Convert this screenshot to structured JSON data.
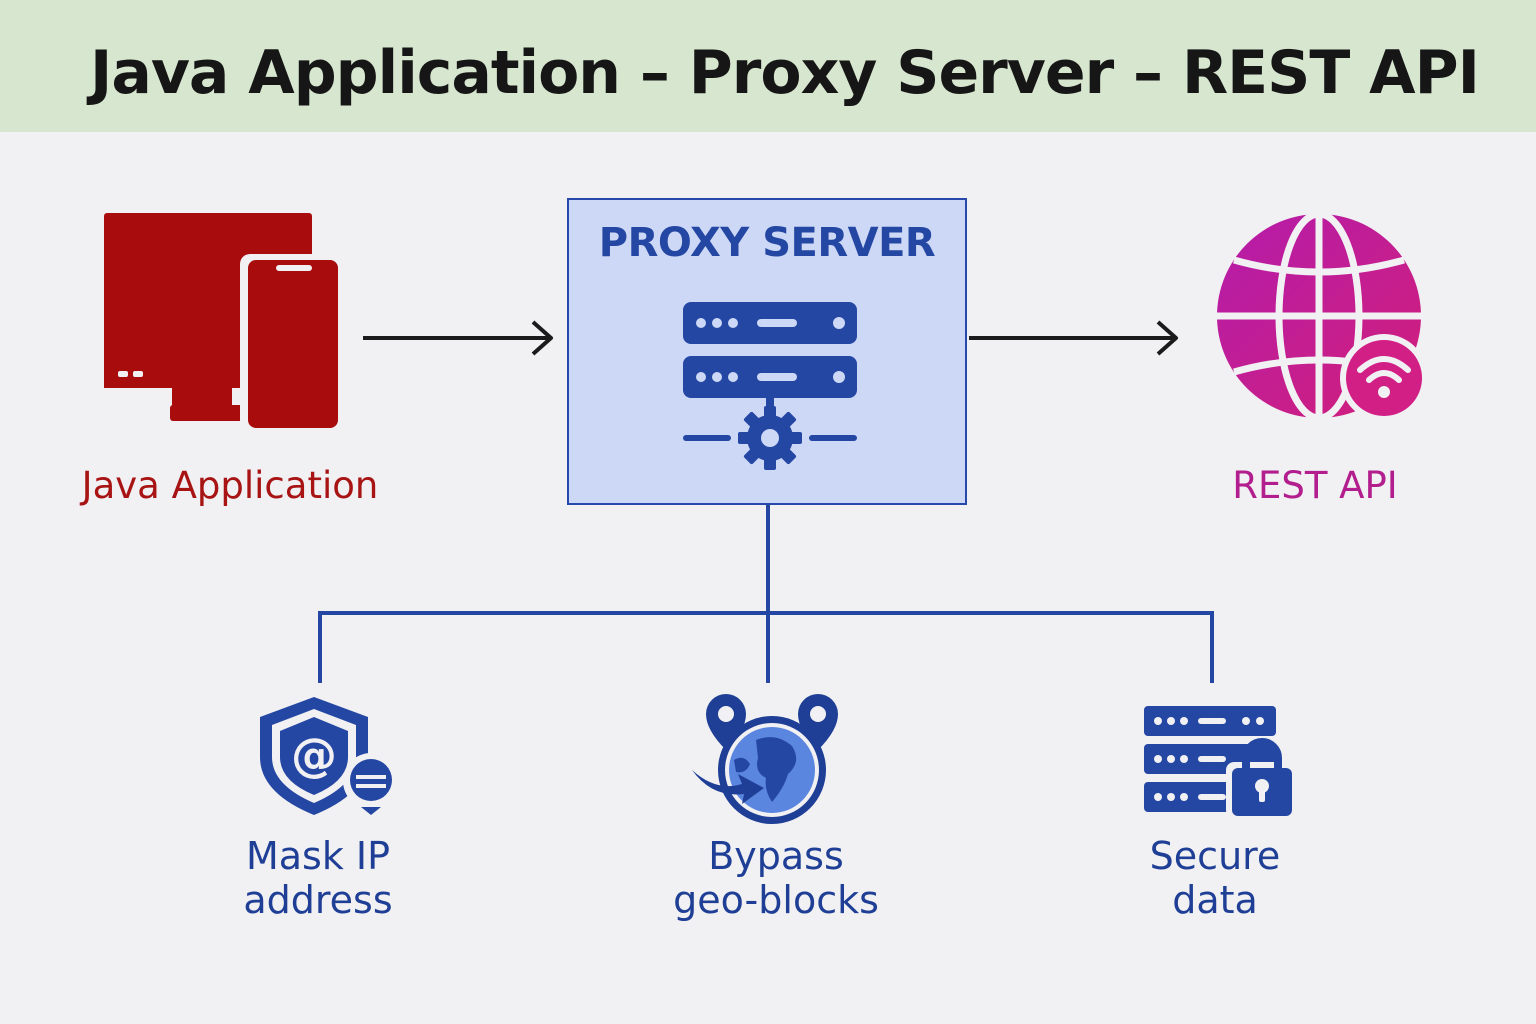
{
  "header": {
    "title": "Java Application – Proxy Server – REST API"
  },
  "nodes": {
    "app": {
      "label": "Java Application",
      "icon": "desktop-and-phone-icon",
      "color": "#a81414"
    },
    "proxy": {
      "label": "PROXY SERVER",
      "icon": "server-gear-icon",
      "color": "#2447a3"
    },
    "api": {
      "label": "REST API",
      "icon": "globe-wifi-icon",
      "color": "#b21e8d"
    }
  },
  "features": [
    {
      "line1": "Mask IP",
      "line2": "address",
      "icon": "shield-at-icon"
    },
    {
      "line1": "Bypass",
      "line2": "geo-blocks",
      "icon": "globe-location-icon"
    },
    {
      "line1": "Secure",
      "line2": "data",
      "icon": "server-lock-icon"
    }
  ],
  "colors": {
    "header_bg": "#d7e6cf",
    "page_bg": "#f1f0f3",
    "feature_blue": "#1f3f96",
    "connector": "#2447a3"
  }
}
